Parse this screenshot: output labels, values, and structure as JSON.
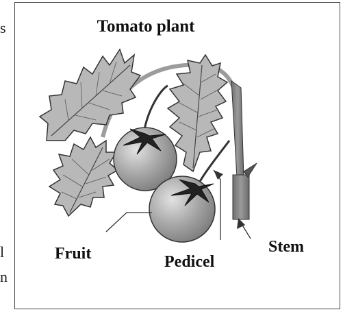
{
  "diagram": {
    "title": "Tomato plant",
    "labels": {
      "fruit": "Fruit",
      "pedicel": "Pedicel",
      "stem": "Stem"
    }
  },
  "margin_fragments": {
    "top_left": "s",
    "bottom_left_1": "l",
    "bottom_left_2": "n"
  },
  "colors": {
    "leaf_fill": "#b8b8b8",
    "leaf_outline": "#333333",
    "fruit_fill": "#9a9a9a",
    "fruit_highlight": "#d6d6d6",
    "calyx": "#222222",
    "stem_fill": "#8a8a8a",
    "frame": "#444444"
  }
}
